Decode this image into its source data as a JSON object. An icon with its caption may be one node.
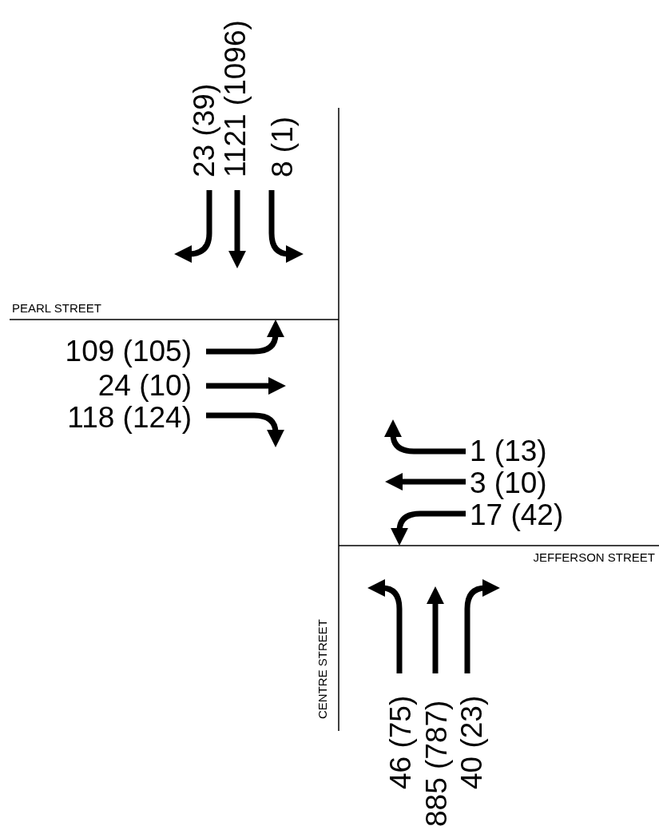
{
  "diagram": {
    "labels": [
      "23 (39)",
      "1121 (1096)",
      "8 (1)",
      "PEARL STREET",
      "109 (105)",
      "24 (10)",
      "118 (124)",
      "1 (13)",
      "3 (10)",
      "17 (42)",
      "JEFFERSON STREET",
      "CENTRE STREET",
      "46 (75)",
      "885 (787)",
      "40 (23)"
    ]
  }
}
